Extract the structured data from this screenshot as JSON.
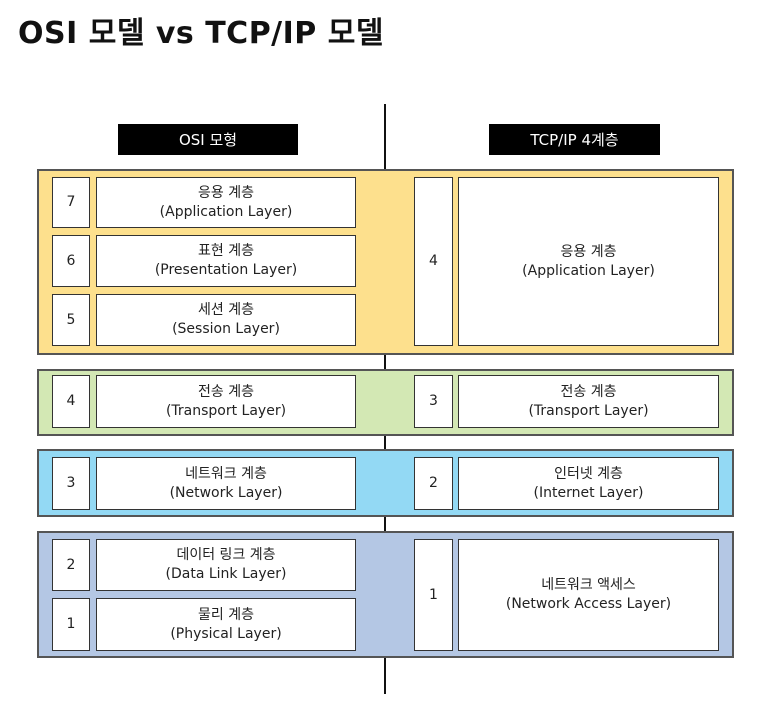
{
  "title": "OSI 모델 vs TCP/IP 모델",
  "osi_header": "OSI 모형",
  "tcp_header": "TCP/IP 4계층",
  "colors": {
    "application_band": "#fde08d",
    "transport_band": "#d3e8b4",
    "network_band": "#93d9f4",
    "link_band": "#b4c7e4"
  },
  "osi_layers": [
    {
      "num": "7",
      "name": "응용 계층",
      "en": "(Application Layer)"
    },
    {
      "num": "6",
      "name": "표현 계층",
      "en": "(Presentation Layer)"
    },
    {
      "num": "5",
      "name": "세션 계층",
      "en": "(Session Layer)"
    },
    {
      "num": "4",
      "name": "전송 계층",
      "en": "(Transport Layer)"
    },
    {
      "num": "3",
      "name": "네트워크 계층",
      "en": "(Network Layer)"
    },
    {
      "num": "2",
      "name": "데이터 링크 계층",
      "en": "(Data Link Layer)"
    },
    {
      "num": "1",
      "name": "물리 계층",
      "en": "(Physical Layer)"
    }
  ],
  "tcp_layers": [
    {
      "num": "4",
      "name": "응용 계층",
      "en": "(Application Layer)"
    },
    {
      "num": "3",
      "name": "전송 계층",
      "en": "(Transport Layer)"
    },
    {
      "num": "2",
      "name": "인터넷 계층",
      "en": "(Internet Layer)"
    },
    {
      "num": "1",
      "name": "네트워크 액세스",
      "en": "(Network Access Layer)"
    }
  ]
}
